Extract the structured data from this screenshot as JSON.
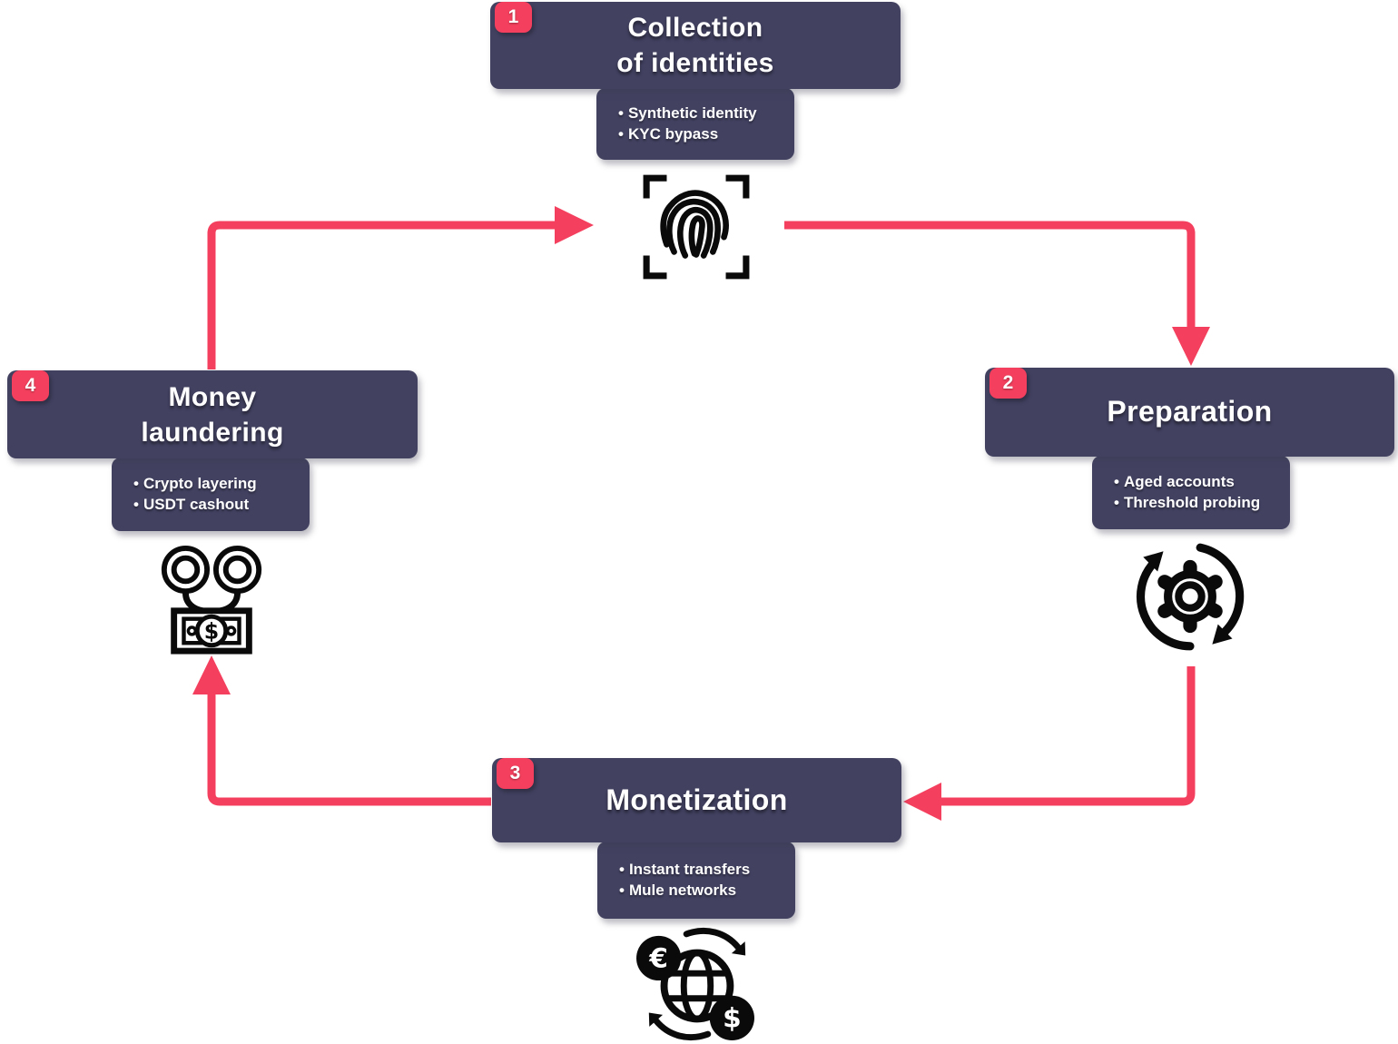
{
  "diagram": {
    "type": "cycle",
    "colors": {
      "box_fill": "#424160",
      "badge_fill": "#f4405e",
      "arrow": "#f4405e",
      "title_text": "#ffffff",
      "icon_stroke": "#0a0a0a",
      "background": "#ffffff"
    },
    "stages": [
      {
        "number": "1",
        "title": "Collection\nof identities",
        "bullets": [
          "Synthetic identity",
          "KYC bypass"
        ],
        "icon": "fingerprint-scan-icon"
      },
      {
        "number": "2",
        "title": "Preparation",
        "bullets": [
          "Aged accounts",
          "Threshold probing"
        ],
        "icon": "gear-sync-icon"
      },
      {
        "number": "3",
        "title": "Monetization",
        "bullets": [
          "Instant transfers",
          "Mule networks"
        ],
        "icon": "globe-currency-exchange-icon"
      },
      {
        "number": "4",
        "title": "Money\nlaundering",
        "bullets": [
          "Crypto layering",
          "USDT cashout"
        ],
        "icon": "handcuffs-cash-icon"
      }
    ],
    "arrows": [
      {
        "from": "4",
        "to": "1"
      },
      {
        "from": "1",
        "to": "2"
      },
      {
        "from": "2",
        "to": "3"
      },
      {
        "from": "3",
        "to": "4"
      }
    ]
  }
}
